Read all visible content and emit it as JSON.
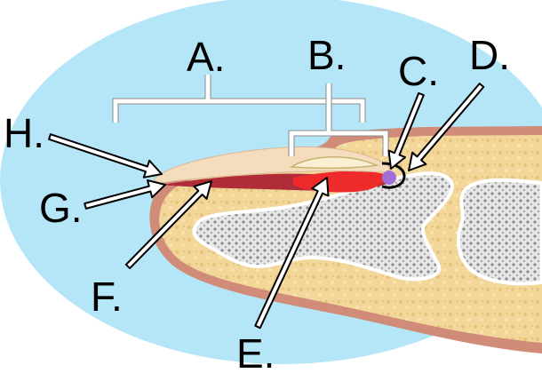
{
  "labels": {
    "a": "A.",
    "b": "B.",
    "c": "C.",
    "d": "D.",
    "e": "E.",
    "f": "F.",
    "g": "G.",
    "h": "H."
  },
  "colors": {
    "background_ellipse": "#b4e6f8",
    "skin_outline": "#d08c78",
    "tissue": "#f3d79a",
    "bone": "#eeeeee",
    "nail_plate": "#f4dcbc",
    "nail_bed_dark": "#b02c38",
    "matrix_red": "#ee2a2a",
    "lunula": "#f9f0d4",
    "cuticle_dot": "#a070d8"
  }
}
